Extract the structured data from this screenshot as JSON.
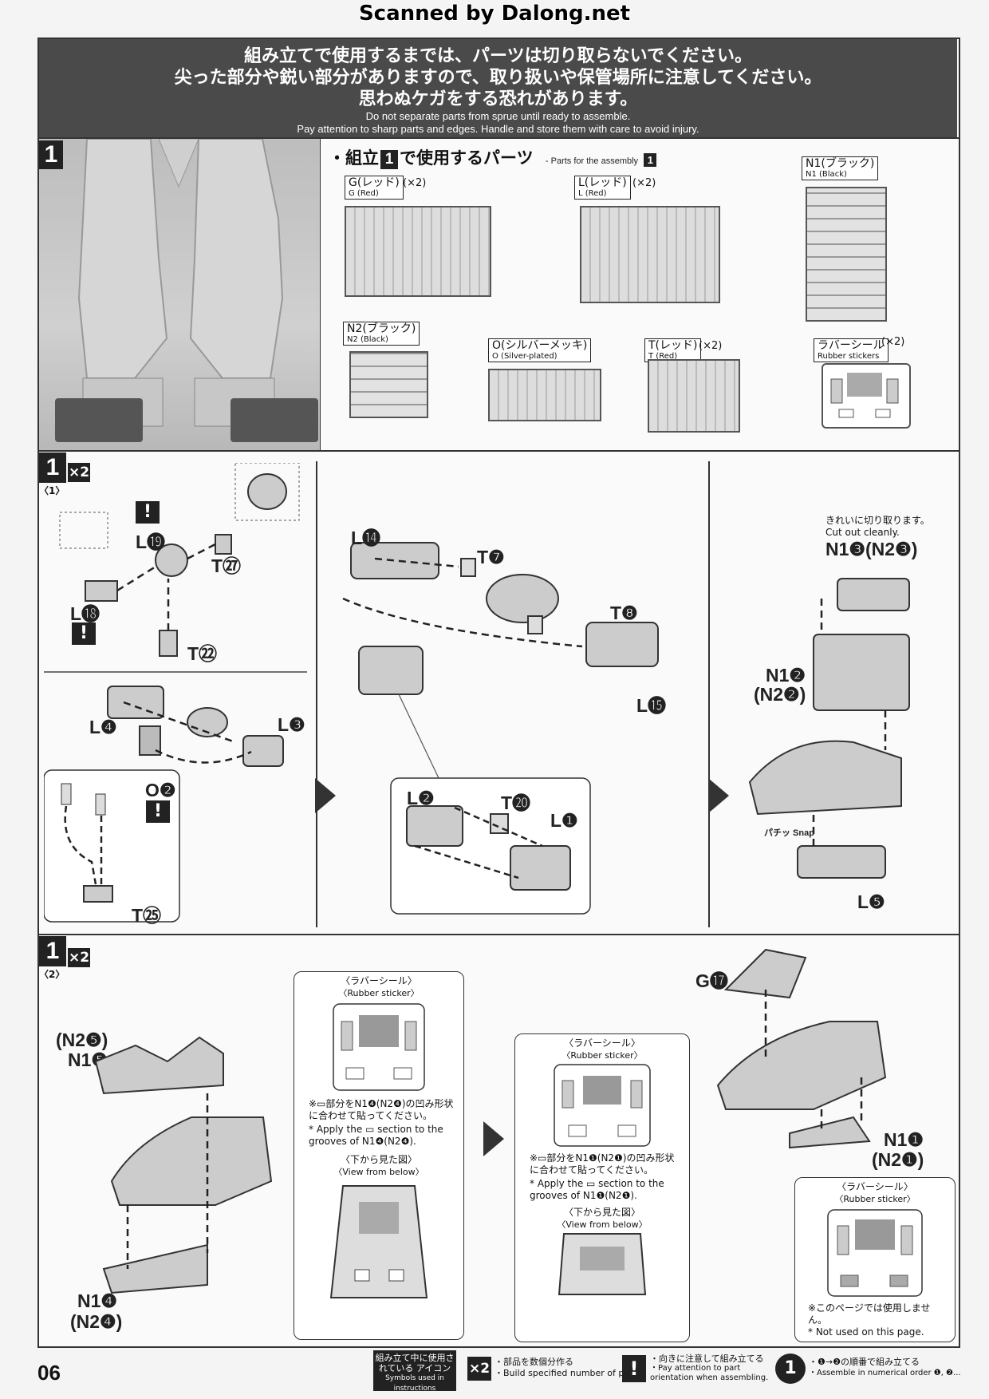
{
  "header": {
    "scanned_by": "Scanned by Dalong.net"
  },
  "warning": {
    "jp_line1": "組み立てで使用するまでは、パーツは切り取らないでください。",
    "jp_line2": "尖った部分や鋭い部分がありますので、取り扱いや保管場所に注意してください。",
    "jp_line3": "思わぬケガをする恐れがあります。",
    "en_line1": "Do not separate parts from sprue until ready to assemble.",
    "en_line2": "Pay attention to sharp parts and edges. Handle and store them with care to avoid injury."
  },
  "parts_section": {
    "step_number": "1",
    "title_jp_prefix": "・組立",
    "title_step": "1",
    "title_jp_suffix": "で使用するパーツ",
    "title_en": "- Parts for the assembly",
    "title_en_step": "1",
    "sprues": [
      {
        "jp": "G(レッド)",
        "en": "G (Red)",
        "qty": "(×2)"
      },
      {
        "jp": "L(レッド)",
        "en": "L (Red)",
        "qty": "(×2)"
      },
      {
        "jp": "N1(ブラック)",
        "en": "N1 (Black)",
        "qty": ""
      },
      {
        "jp": "N2(ブラック)",
        "en": "N2 (Black)",
        "qty": ""
      },
      {
        "jp": "O(シルバーメッキ)",
        "en": "O (Silver-plated)",
        "qty": ""
      },
      {
        "jp": "T(レッド)",
        "en": "T (Red)",
        "qty": "(×2)"
      },
      {
        "jp": "ラバーシール",
        "en": "Rubber stickers",
        "qty": "(×2)"
      }
    ]
  },
  "step1_1": {
    "step": "1",
    "sub": "〈1〉",
    "mult": "×2",
    "labels": {
      "l19": "L⓳",
      "t27": "T㉗",
      "l18": "L⓲",
      "t22": "T㉒",
      "l4": "L❹",
      "l3": "L❸",
      "o2": "O❷",
      "t25": "T㉕",
      "l14": "L⓮",
      "t7": "T❼",
      "t8": "T❽",
      "l15": "L⓯",
      "l2": "L❷",
      "t20": "T⓴",
      "l1": "L❶",
      "cut_jp": "きれいに切り取ります。",
      "cut_en": "Cut out cleanly.",
      "n13": "N1❸(N2❸)",
      "n12a": "N1❷",
      "n12b": "(N2❷)",
      "l5": "L❺",
      "snap": "パチッ Snap"
    }
  },
  "step1_2": {
    "step": "1",
    "sub": "〈2〉",
    "mult": "×2",
    "labels": {
      "n25": "(N2❺)",
      "n15": "N1❺",
      "n14a": "N1❹",
      "n14b": "(N2❹)",
      "g17": "G⓱",
      "n11a": "N1❶",
      "n11b": "(N2❶)"
    },
    "sticker_box_1": {
      "title_jp": "〈ラバーシール〉",
      "title_en": "〈Rubber sticker〉",
      "note_jp": "※▭部分をN1❹(N2❹)の凹み形状に合わせて貼ってください。",
      "note_en": "* Apply the ▭ section to the grooves of N1❹(N2❹).",
      "view_jp": "〈下から見た図〉",
      "view_en": "〈View from below〉"
    },
    "sticker_box_2": {
      "title_jp": "〈ラバーシール〉",
      "title_en": "〈Rubber sticker〉",
      "note_jp": "※▭部分をN1❶(N2❶)の凹み形状に合わせて貼ってください。",
      "note_en": "* Apply the ▭ section to the grooves of N1❶(N2❶).",
      "view_jp": "〈下から見た図〉",
      "view_en": "〈View from below〉"
    },
    "sticker_box_3": {
      "title_jp": "〈ラバーシール〉",
      "title_en": "〈Rubber sticker〉",
      "note_jp": "※このページでは使用しません。",
      "note_en": "* Not used on this page."
    }
  },
  "footer": {
    "page_number": "06",
    "legend_jp": "組み立て中に使用されている アイコン",
    "legend_en": "Symbols used in instructions",
    "icon1_symbol": "×2",
    "icon1_jp": "・部品を数個分作る",
    "icon1_en": "・Build specified number of parts.",
    "icon2_symbol": "!",
    "icon2_jp": "・向きに注意して組み立てる",
    "icon2_en": "・Pay attention to part orientation when assembling.",
    "icon3_symbol": "1",
    "icon3_jp": "・❶→❷の順番で組み立てる",
    "icon3_en": "・Assemble in numerical order ❶, ❷..."
  }
}
